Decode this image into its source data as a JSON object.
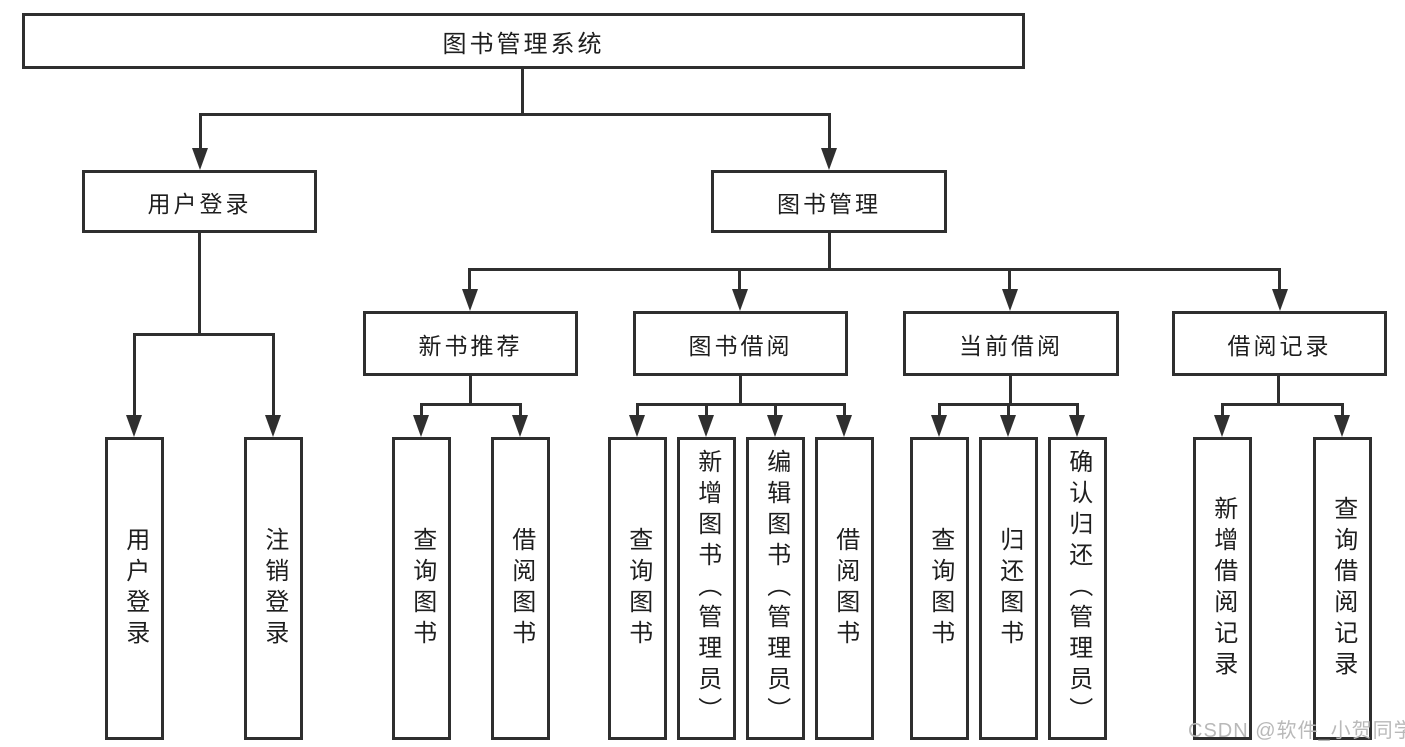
{
  "diagram": {
    "root": {
      "label": "图书管理系统",
      "children": [
        {
          "label": "用户登录",
          "children": [
            {
              "label": "用户登录"
            },
            {
              "label": "注销登录"
            }
          ]
        },
        {
          "label": "图书管理",
          "children": [
            {
              "label": "新书推荐",
              "children": [
                {
                  "label": "查询图书"
                },
                {
                  "label": "借阅图书"
                }
              ]
            },
            {
              "label": "图书借阅",
              "children": [
                {
                  "label": "查询图书"
                },
                {
                  "label": "新增图书（管理员）"
                },
                {
                  "label": "编辑图书（管理员）"
                },
                {
                  "label": "借阅图书"
                }
              ]
            },
            {
              "label": "当前借阅",
              "children": [
                {
                  "label": "查询图书"
                },
                {
                  "label": "归还图书"
                },
                {
                  "label": "确认归还（管理员）"
                }
              ]
            },
            {
              "label": "借阅记录",
              "children": [
                {
                  "label": "新增借阅记录"
                },
                {
                  "label": "查询借阅记录"
                }
              ]
            }
          ]
        }
      ]
    },
    "watermark": "CSDN @软件_小贺同学",
    "colors": {
      "line": "#2f2f2f",
      "text": "#1e1e1e",
      "watermark": "#b9b9b9",
      "background": "#ffffff"
    }
  }
}
